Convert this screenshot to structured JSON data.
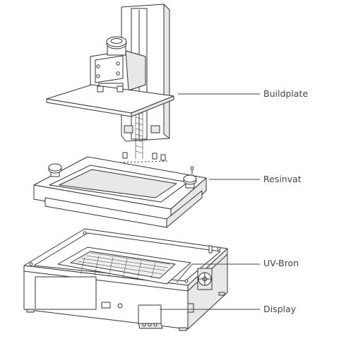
{
  "callouts": {
    "buildplate": "Buildplate",
    "resinvat": "Resinvat",
    "uv_bron": "UV-Bron",
    "display": "Display"
  },
  "colors": {
    "line": "#333333",
    "leader": "#666666",
    "fill": "#ffffff",
    "shade": "#e8e8e8",
    "screen": "#f0f0f0",
    "label": "#444444"
  }
}
